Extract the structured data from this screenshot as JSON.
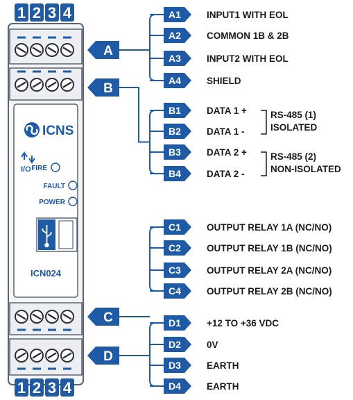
{
  "device": {
    "brand": "ICNS",
    "model": "ICN024",
    "io_symbol": "I/O",
    "indicators": [
      "FIRE",
      "FAULT",
      "POWER"
    ]
  },
  "terminal_numbers": {
    "top": [
      "1",
      "2",
      "3",
      "4"
    ],
    "bottom": [
      "1",
      "2",
      "3",
      "4"
    ]
  },
  "groups": [
    {
      "id": "A",
      "terminals": [
        {
          "tag": "A1",
          "label": "INPUT1 WITH EOL"
        },
        {
          "tag": "A2",
          "label": "COMMON 1B & 2B"
        },
        {
          "tag": "A3",
          "label": "INPUT2 WITH EOL"
        },
        {
          "tag": "A4",
          "label": "SHIELD"
        }
      ]
    },
    {
      "id": "B",
      "terminals": [
        {
          "tag": "B1",
          "label": "DATA 1 +"
        },
        {
          "tag": "B2",
          "label": "DATA 1 -"
        },
        {
          "tag": "B3",
          "label": "DATA 2 +"
        },
        {
          "tag": "B4",
          "label": "DATA 2 -"
        }
      ],
      "bus_labels": [
        {
          "line1": "RS-485 (1)",
          "line2": "ISOLATED"
        },
        {
          "line1": "RS-485 (2)",
          "line2": "NON-ISOLATED"
        }
      ]
    },
    {
      "id": "C",
      "terminals": [
        {
          "tag": "C1",
          "label": "OUTPUT RELAY 1A (NC/NO)"
        },
        {
          "tag": "C2",
          "label": "OUTPUT RELAY 1B (NC/NO)"
        },
        {
          "tag": "C3",
          "label": "OUTPUT RELAY 2A (NC/NO)"
        },
        {
          "tag": "C4",
          "label": "OUTPUT RELAY 2B (NC/NO)"
        }
      ]
    },
    {
      "id": "D",
      "terminals": [
        {
          "tag": "D1",
          "label": "+12 TO +36 VDC"
        },
        {
          "tag": "D2",
          "label": "0V"
        },
        {
          "tag": "D3",
          "label": "EARTH"
        },
        {
          "tag": "D4",
          "label": "EARTH"
        }
      ]
    }
  ],
  "colors": {
    "primary_blue": "#1f5aa6",
    "device_grey": "#e9ecef",
    "text_dark": "#1a1a1a"
  }
}
